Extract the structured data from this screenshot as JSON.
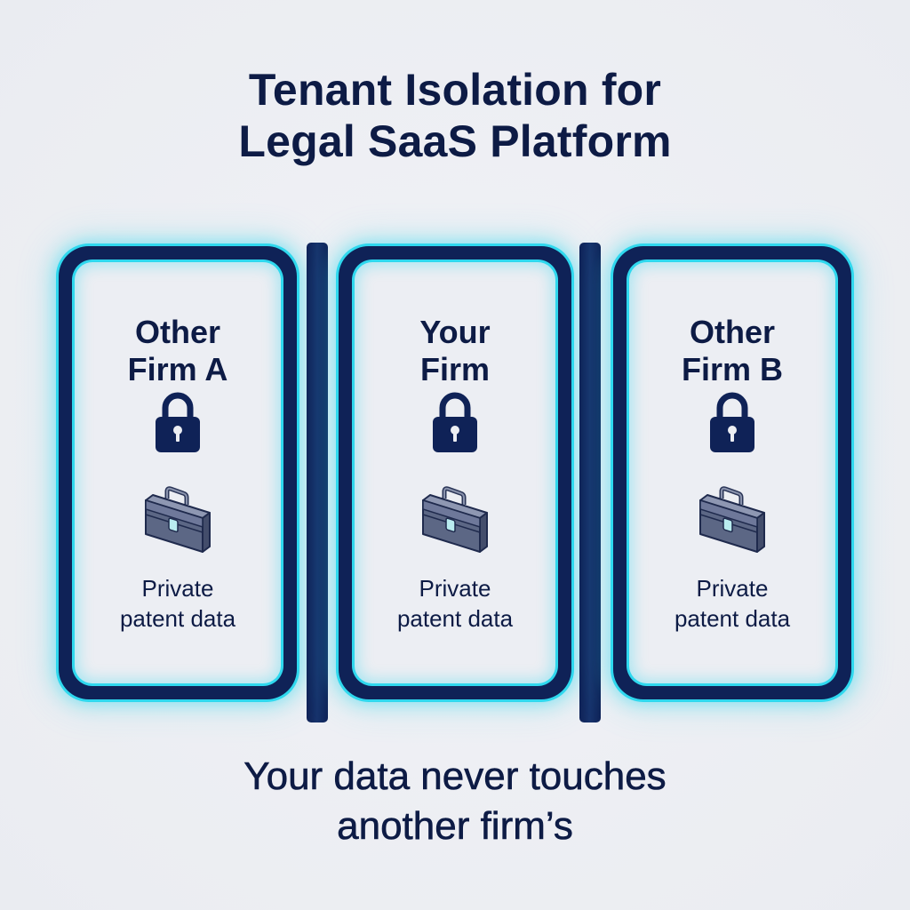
{
  "title": {
    "line1": "Tenant Isolation for",
    "line2": "Legal SaaS Platform"
  },
  "panels": [
    {
      "id": "other-firm-a",
      "name_line1": "Other",
      "name_line2": "Firm A",
      "lock_icon": "lock-icon",
      "data_icon": "briefcase-icon",
      "data_line1": "Private",
      "data_line2": "patent data"
    },
    {
      "id": "your-firm",
      "name_line1": "Your",
      "name_line2": "Firm",
      "lock_icon": "lock-icon",
      "data_icon": "briefcase-icon",
      "data_line1": "Private",
      "data_line2": "patent data"
    },
    {
      "id": "other-firm-b",
      "name_line1": "Other",
      "name_line2": "Firm B",
      "lock_icon": "lock-icon",
      "data_icon": "briefcase-icon",
      "data_line1": "Private",
      "data_line2": "patent data"
    }
  ],
  "footer": {
    "line1": "Your data never touches",
    "line2": "another firm’s"
  },
  "colors": {
    "navy": "#0f2257",
    "text": "#0d1b45",
    "glow": "#2fd8ee",
    "background": "#eceef3",
    "briefcase": "#5c6785"
  }
}
